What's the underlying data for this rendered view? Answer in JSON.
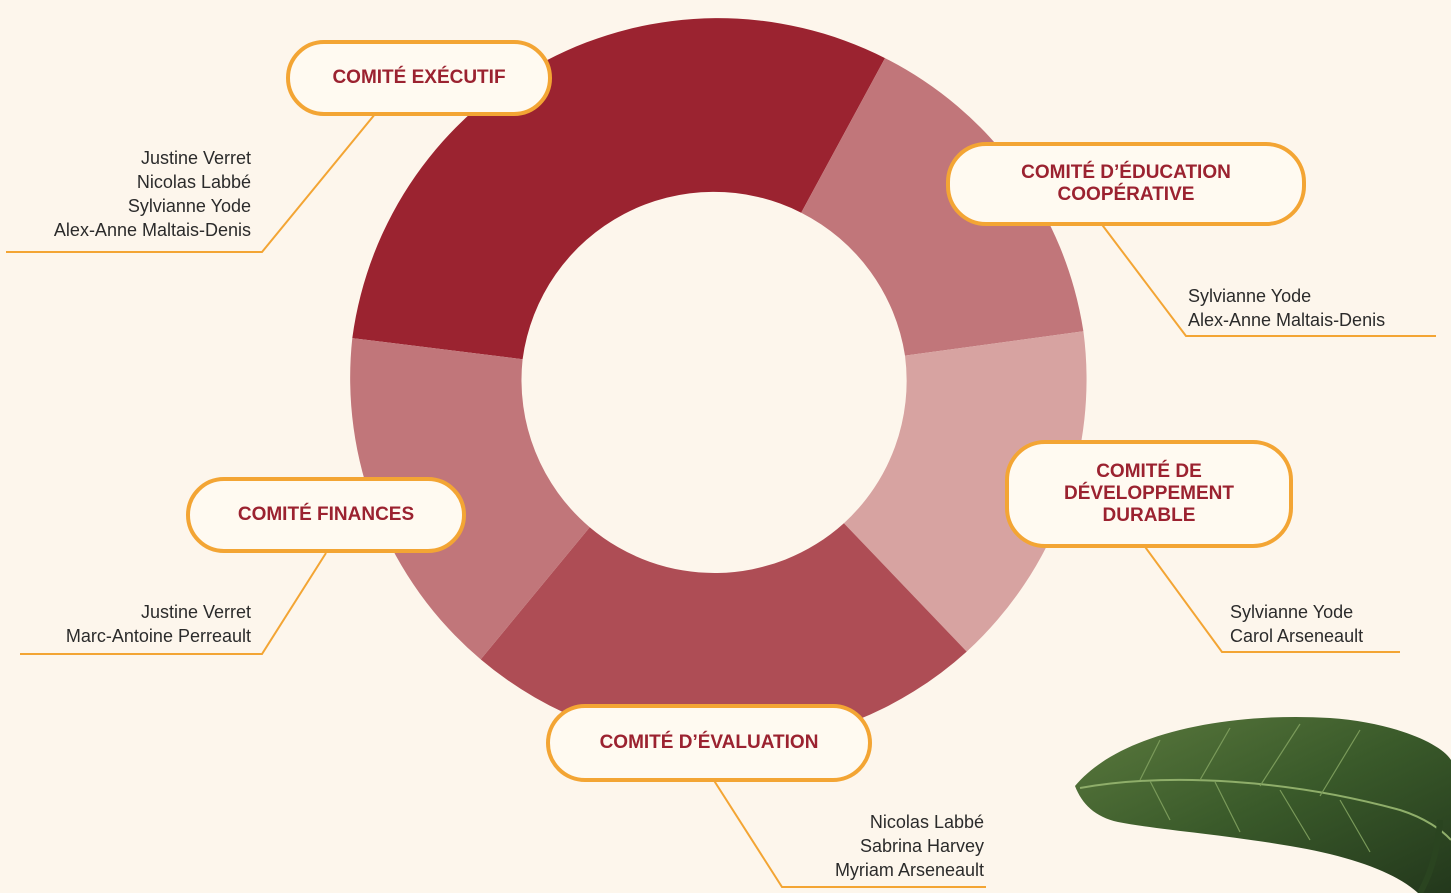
{
  "colors": {
    "background": "#fdf6ec",
    "accent": "#f3a534",
    "title_text": "#9b2230",
    "segment_dark": "#9b2330",
    "segment_medium": "#ae4d55",
    "segment_rose": "#c1767a",
    "segment_light": "#d7a3a1"
  },
  "committees": {
    "executif": {
      "title": "COMITÉ EXÉCUTIF",
      "members": [
        "Justine Verret",
        "Nicolas Labbé",
        "Sylvianne Yode",
        "Alex-Anne Maltais-Denis"
      ]
    },
    "education": {
      "title_line1": "COMITÉ D’ÉDUCATION",
      "title_line2": "COOPÉRATIVE",
      "members": [
        "Sylvianne Yode",
        "Alex-Anne Maltais-Denis"
      ]
    },
    "developpement": {
      "title_line1": "COMITÉ DE",
      "title_line2": "DÉVELOPPEMENT",
      "title_line3": "DURABLE",
      "members": [
        "Sylvianne Yode",
        "Carol Arseneault"
      ]
    },
    "evaluation": {
      "title": "COMITÉ D’ÉVALUATION",
      "members": [
        "Nicolas Labbé",
        "Sabrina Harvey",
        "Myriam Arseneault"
      ]
    },
    "finances": {
      "title": "COMITÉ FINANCES",
      "members": [
        "Justine Verret",
        "Marc-Antoine Perreault"
      ]
    }
  },
  "decoration": {
    "leaf_icon": "leaf-icon"
  }
}
